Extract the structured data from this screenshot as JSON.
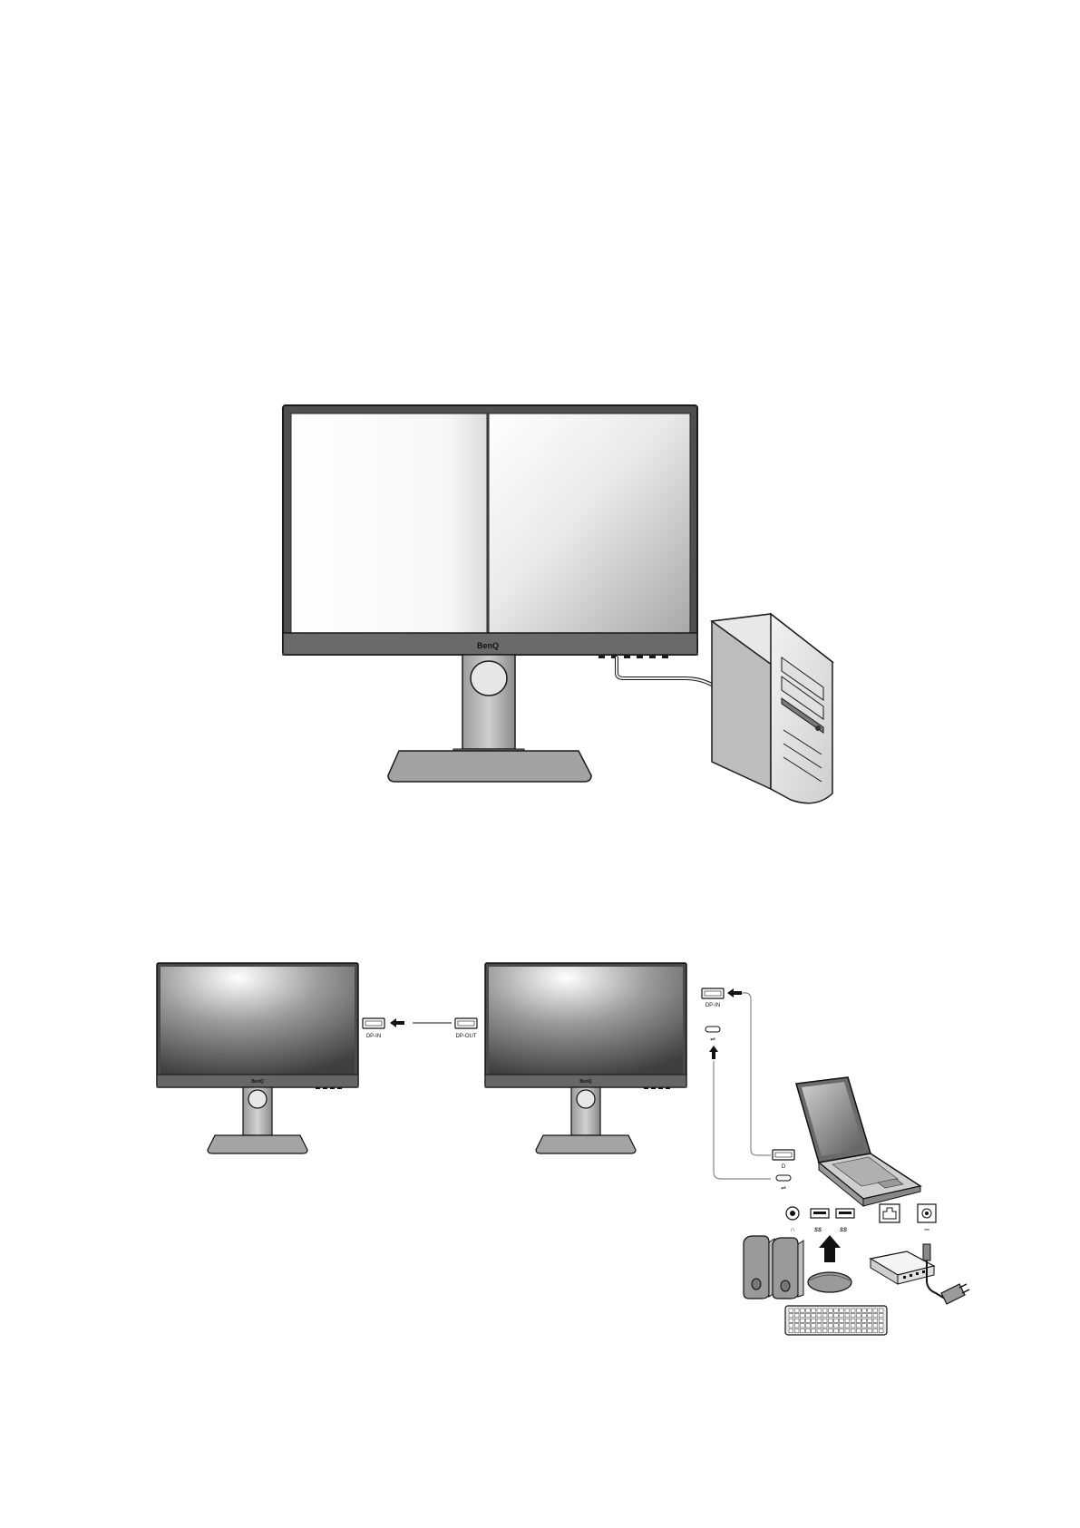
{
  "colors": {
    "outline": "#1a1a1a",
    "bezel": "#5a5a5a",
    "stand": "#8a8a8a",
    "light": "#d0d0d0"
  },
  "top_figure": {
    "monitor_logo": "BenQ"
  },
  "bottom_figure": {
    "monitor_logo": "BenQ",
    "ports": {
      "dp_in_left": "DP-IN",
      "dp_out": "DP-OUT",
      "dp_in_right": "DP-IN"
    },
    "laptop_ports": {
      "usb1": "SS",
      "usb2": "SS"
    }
  }
}
